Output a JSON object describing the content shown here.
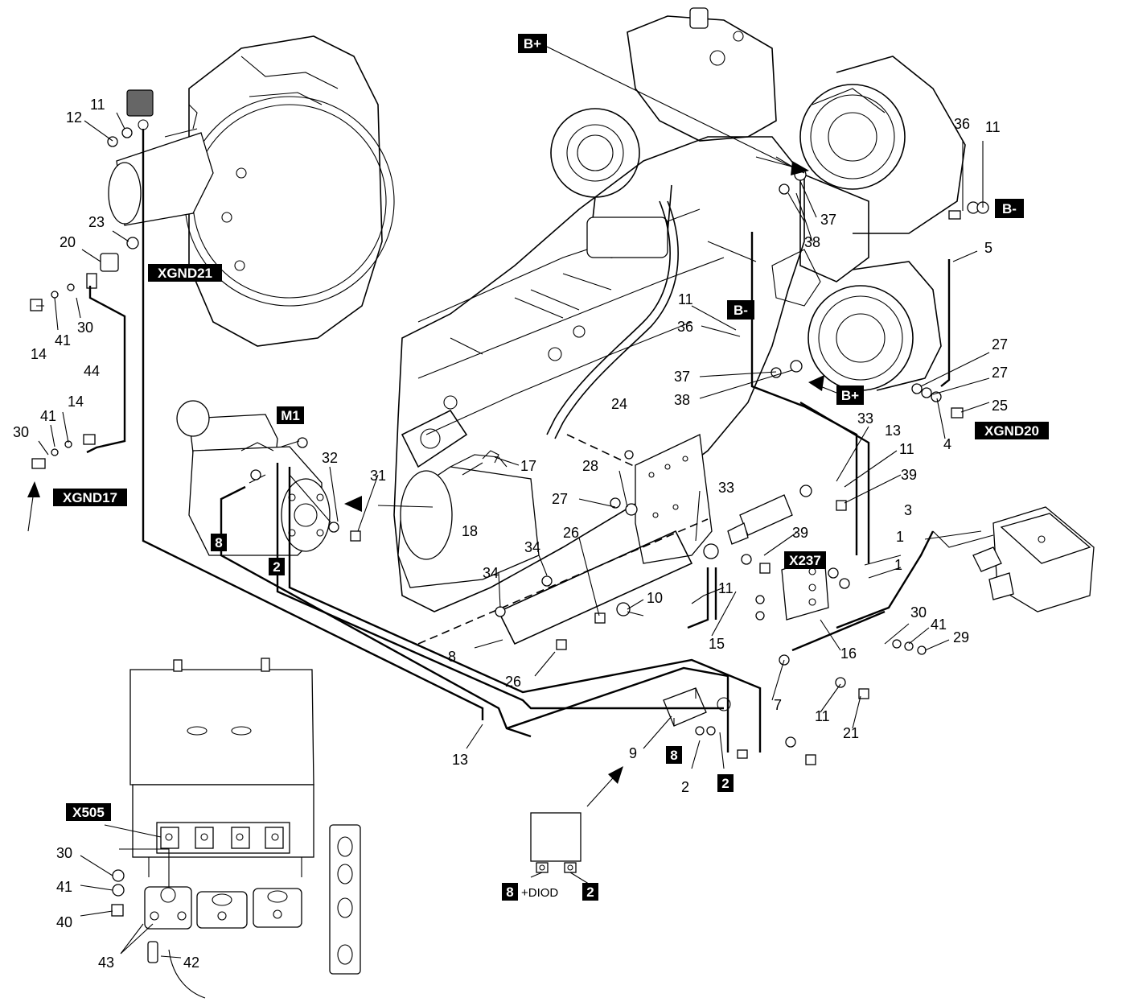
{
  "callouts": {
    "b_plus_top": "B+",
    "b_minus_right": "B-",
    "b_minus_mid": "B-",
    "b_plus_mid": "B+",
    "xgnd21": "XGND21",
    "xgnd20": "XGND20",
    "xgnd17": "XGND17",
    "m1": "M1",
    "x237": "X237",
    "x505": "X505",
    "wire8_left": "8",
    "wire2_left": "2",
    "wire8_relay": "8",
    "wire2_relay": "2",
    "wire8_diod": "8",
    "wire2_diod": "2"
  },
  "diod_label": "+DIOD",
  "part_numbers": {
    "n11_tl": "11",
    "n12": "12",
    "n23": "23",
    "n20": "20",
    "n14a": "14",
    "n41a": "41",
    "n30a": "30",
    "n44": "44",
    "n14b": "14",
    "n41b": "41",
    "n30b": "30",
    "n36a": "36",
    "n11a": "11",
    "n37a": "37",
    "n38a": "38",
    "n5": "5",
    "n11b": "11",
    "n36b": "36",
    "n37b": "37",
    "n38b": "38",
    "n27a": "27",
    "n27b": "27",
    "n25": "25",
    "n4": "4",
    "n24": "24",
    "n33a": "33",
    "n13a": "13",
    "n11c": "11",
    "n39a": "39",
    "n3": "3",
    "n33b": "33",
    "n39b": "39",
    "n1a": "1",
    "n1b": "1",
    "n32": "32",
    "n31": "31",
    "n17": "17",
    "n18": "18",
    "n28": "28",
    "n27c": "27",
    "n34a": "34",
    "n34b": "34",
    "n26a": "26",
    "n10": "10",
    "n11d": "11",
    "n15": "15",
    "n16": "16",
    "n30c": "30",
    "n41c": "41",
    "n29": "29",
    "n8": "8",
    "n26b": "26",
    "n7": "7",
    "n11e": "11",
    "n21": "21",
    "n9": "9",
    "n13b": "13",
    "n2": "2",
    "n30d": "30",
    "n41d": "41",
    "n40": "40",
    "n43": "43",
    "n42": "42"
  }
}
